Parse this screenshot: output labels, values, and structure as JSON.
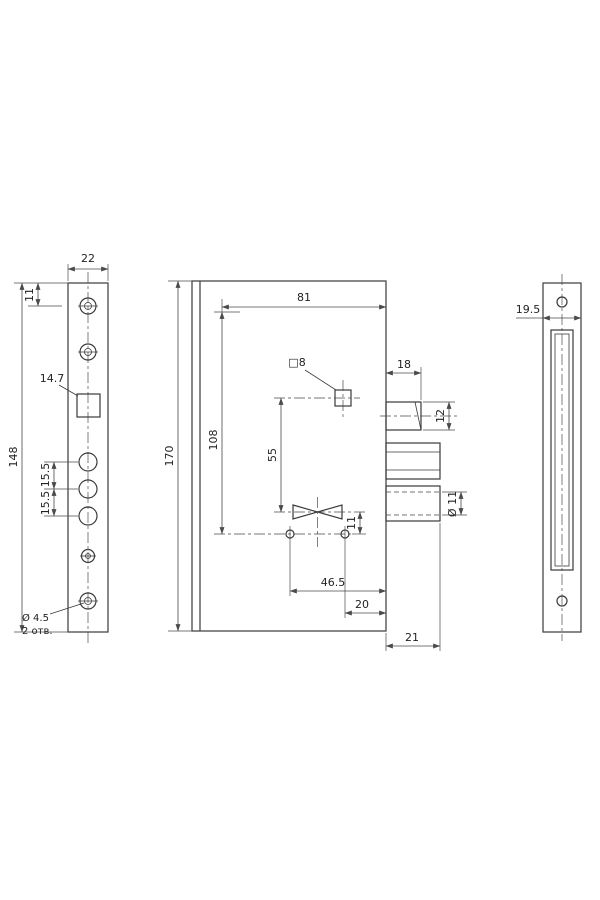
{
  "drawing_labels": {
    "faceplate": {
      "width": "22",
      "top_hole_offset": "11",
      "height": "148",
      "square_cutout": "14.7",
      "hole_pitch_upper": "15.5",
      "hole_pitch_lower": "15.5",
      "mount_hole_dia": "Ø 4.5",
      "mount_hole_count": "2 отв."
    },
    "body": {
      "width": "81",
      "height": "170",
      "inner_span": "108",
      "spindle_square": "□8",
      "spindle_to_keyhole": "55",
      "keyhole_offset": "11",
      "keyhole_backset": "46.5",
      "screw_to_edge": "20",
      "latch_depth": "18",
      "latch_height": "12",
      "bolt_dia": "Ø 11",
      "bolt_throw": "21"
    },
    "strike": {
      "width": "19.5"
    }
  }
}
